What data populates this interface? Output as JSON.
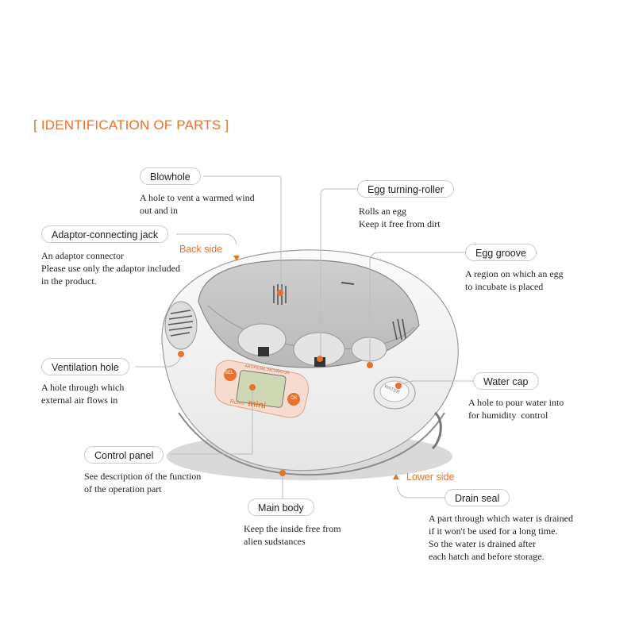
{
  "title": "[ IDENTIFICATION OF PARTS ]",
  "parts": {
    "blowhole": {
      "label": "Blowhole",
      "desc": "A hole to vent a warmed wind\nout and in"
    },
    "egg_turning_roller": {
      "label": "Egg turning-roller",
      "desc": "Rolls an egg\nKeep it free from dirt"
    },
    "adaptor_jack": {
      "label": "Adaptor-connecting jack",
      "desc": "An adaptor connector\nPlease use only the adaptor included\nin the product."
    },
    "egg_groove": {
      "label": "Egg groove",
      "desc": "A region on which an egg\nto incubate is placed"
    },
    "ventilation_hole": {
      "label": "Ventilation hole",
      "desc": "A hole through which\nexternal air flows in"
    },
    "water_cap": {
      "label": "Water  cap",
      "desc": "A hole to pour water into\nfor humidity  control"
    },
    "control_panel": {
      "label": "Control panel",
      "desc": "See description of the function\nof the operation part"
    },
    "main_body": {
      "label": "Main body",
      "desc": "Keep the inside free from\nalien sudstances"
    },
    "drain_seal": {
      "label": "Drain seal",
      "desc": "A part through which water is drained\nif it won't be used for a long time.\nSo the water is drained after\neach hatch and before storage."
    }
  },
  "annotations": {
    "back_side": "Back side",
    "lower_side": "Lower side"
  },
  "device": {
    "panel_text": "ARTIFICIAL INCUBATOR",
    "brand_prefix": "Rcom",
    "brand_name": "mini",
    "btn_left": "SEL",
    "btn_right": "OK",
    "water_label": "WATER"
  },
  "colors": {
    "accent": "#e8722a",
    "line": "#bdbdbd",
    "body": "#f3f3f3"
  }
}
